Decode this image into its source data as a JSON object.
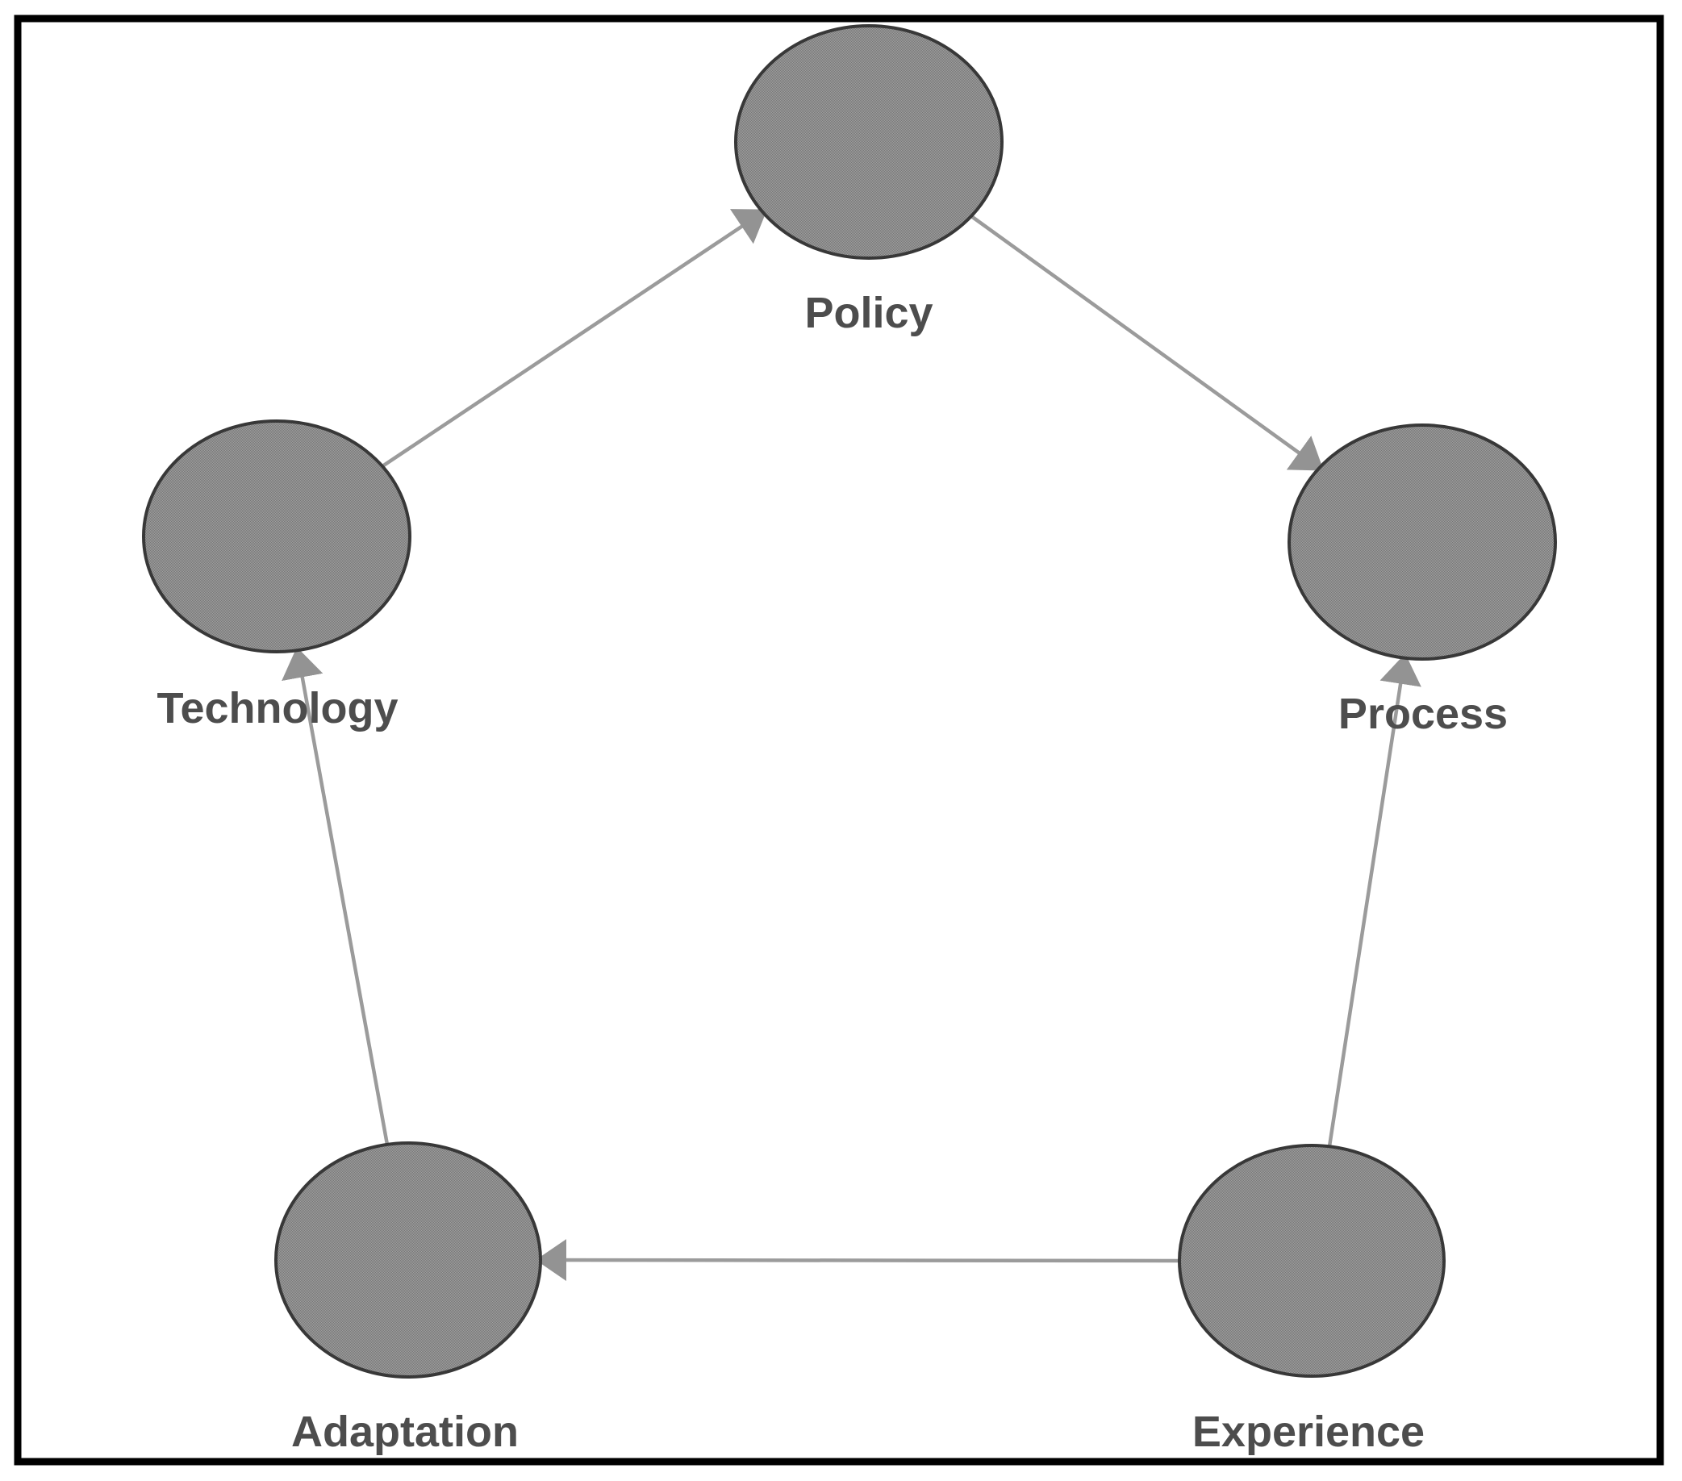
{
  "diagram": {
    "type": "directed-cycle-diagram",
    "background": "#ffffff",
    "nodes": [
      {
        "id": "policy",
        "label": "Policy"
      },
      {
        "id": "technology",
        "label": "Technology"
      },
      {
        "id": "process",
        "label": "Process"
      },
      {
        "id": "adaptation",
        "label": "Adaptation"
      },
      {
        "id": "experience",
        "label": "Experience"
      }
    ],
    "edges": [
      {
        "from": "technology",
        "to": "policy"
      },
      {
        "from": "policy",
        "to": "process"
      },
      {
        "from": "experience",
        "to": "process"
      },
      {
        "from": "experience",
        "to": "adaptation"
      },
      {
        "from": "adaptation",
        "to": "technology"
      }
    ],
    "colors": {
      "frame": "#000000",
      "node_fill": "#8a8a8a",
      "node_outline": "#383838",
      "edge": "#9b9b9b",
      "arrowhead": "#939393",
      "label": "#4d4d4d"
    }
  }
}
